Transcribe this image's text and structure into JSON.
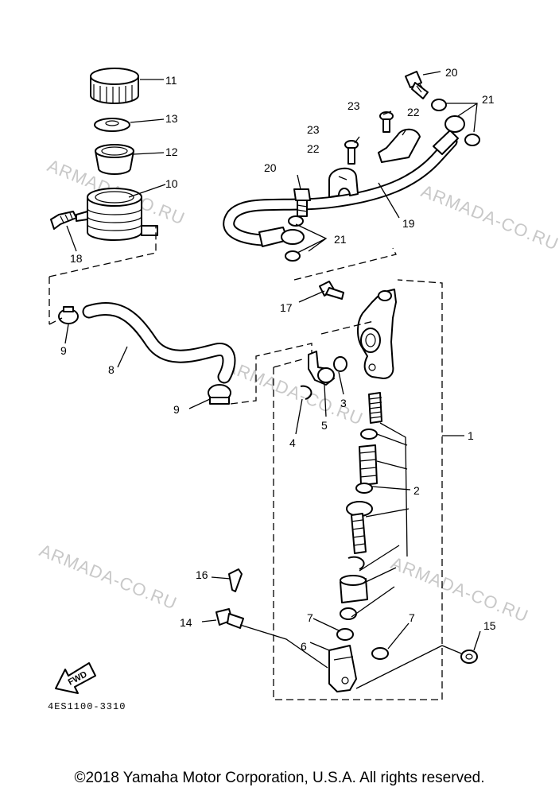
{
  "watermark": "ARMADA-CO.RU",
  "drawing_code": "4ES1100-3310",
  "fwd_label": "FWD",
  "copyright": "©2018 Yamaha Motor Corporation, U.S.A. All rights reserved.",
  "callouts": {
    "c1": "1",
    "c2": "2",
    "c3": "3",
    "c4": "4",
    "c5": "5",
    "c6": "6",
    "c7a": "7",
    "c7b": "7",
    "c8": "8",
    "c9a": "9",
    "c9b": "9",
    "c10": "10",
    "c11": "11",
    "c12": "12",
    "c13": "13",
    "c14": "14",
    "c15": "15",
    "c16": "16",
    "c17": "17",
    "c18": "18",
    "c19": "19",
    "c20a": "20",
    "c20b": "20",
    "c21a": "21",
    "c21b": "21",
    "c22a": "22",
    "c22b": "22",
    "c23a": "23",
    "c23b": "23"
  }
}
